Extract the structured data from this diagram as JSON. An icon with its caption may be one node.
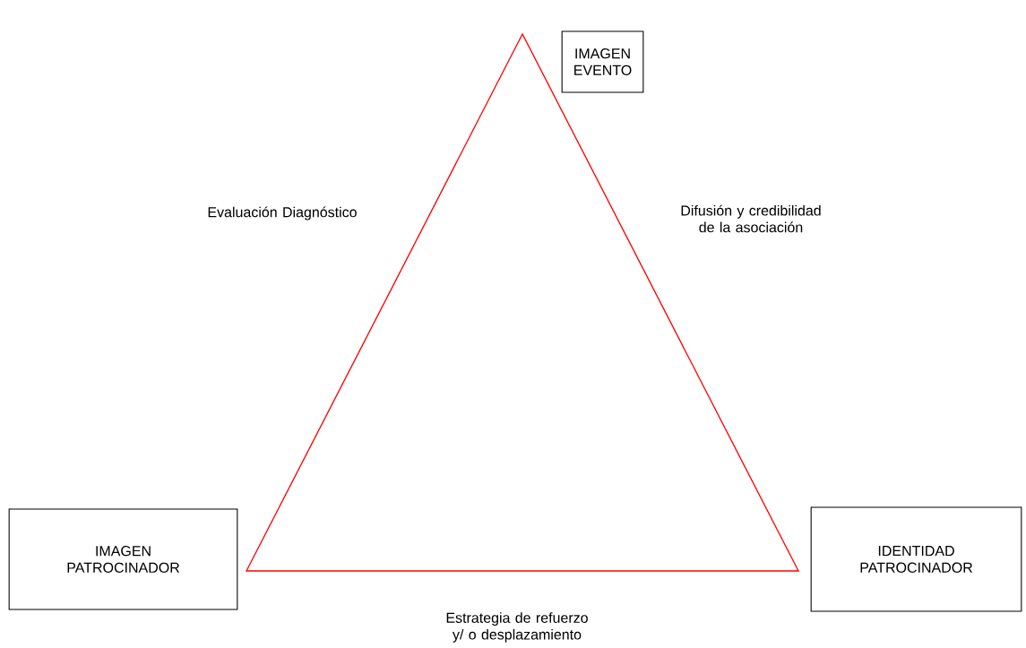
{
  "diagram": {
    "nodes": [
      {
        "text": [
          "IMAGEN EVENTO"
        ]
      },
      {
        "text": [
          "IMAGEN PATROCINADOR"
        ]
      },
      {
        "text": [
          "IDENTIDAD PATROCINADOR"
        ]
      }
    ],
    "labels": [
      "Evaluación Diagnóstico",
      "Difusión y credibilidad de la asociación",
      "Estrategia de refuerzo y/ o desplazamiento"
    ]
  }
}
